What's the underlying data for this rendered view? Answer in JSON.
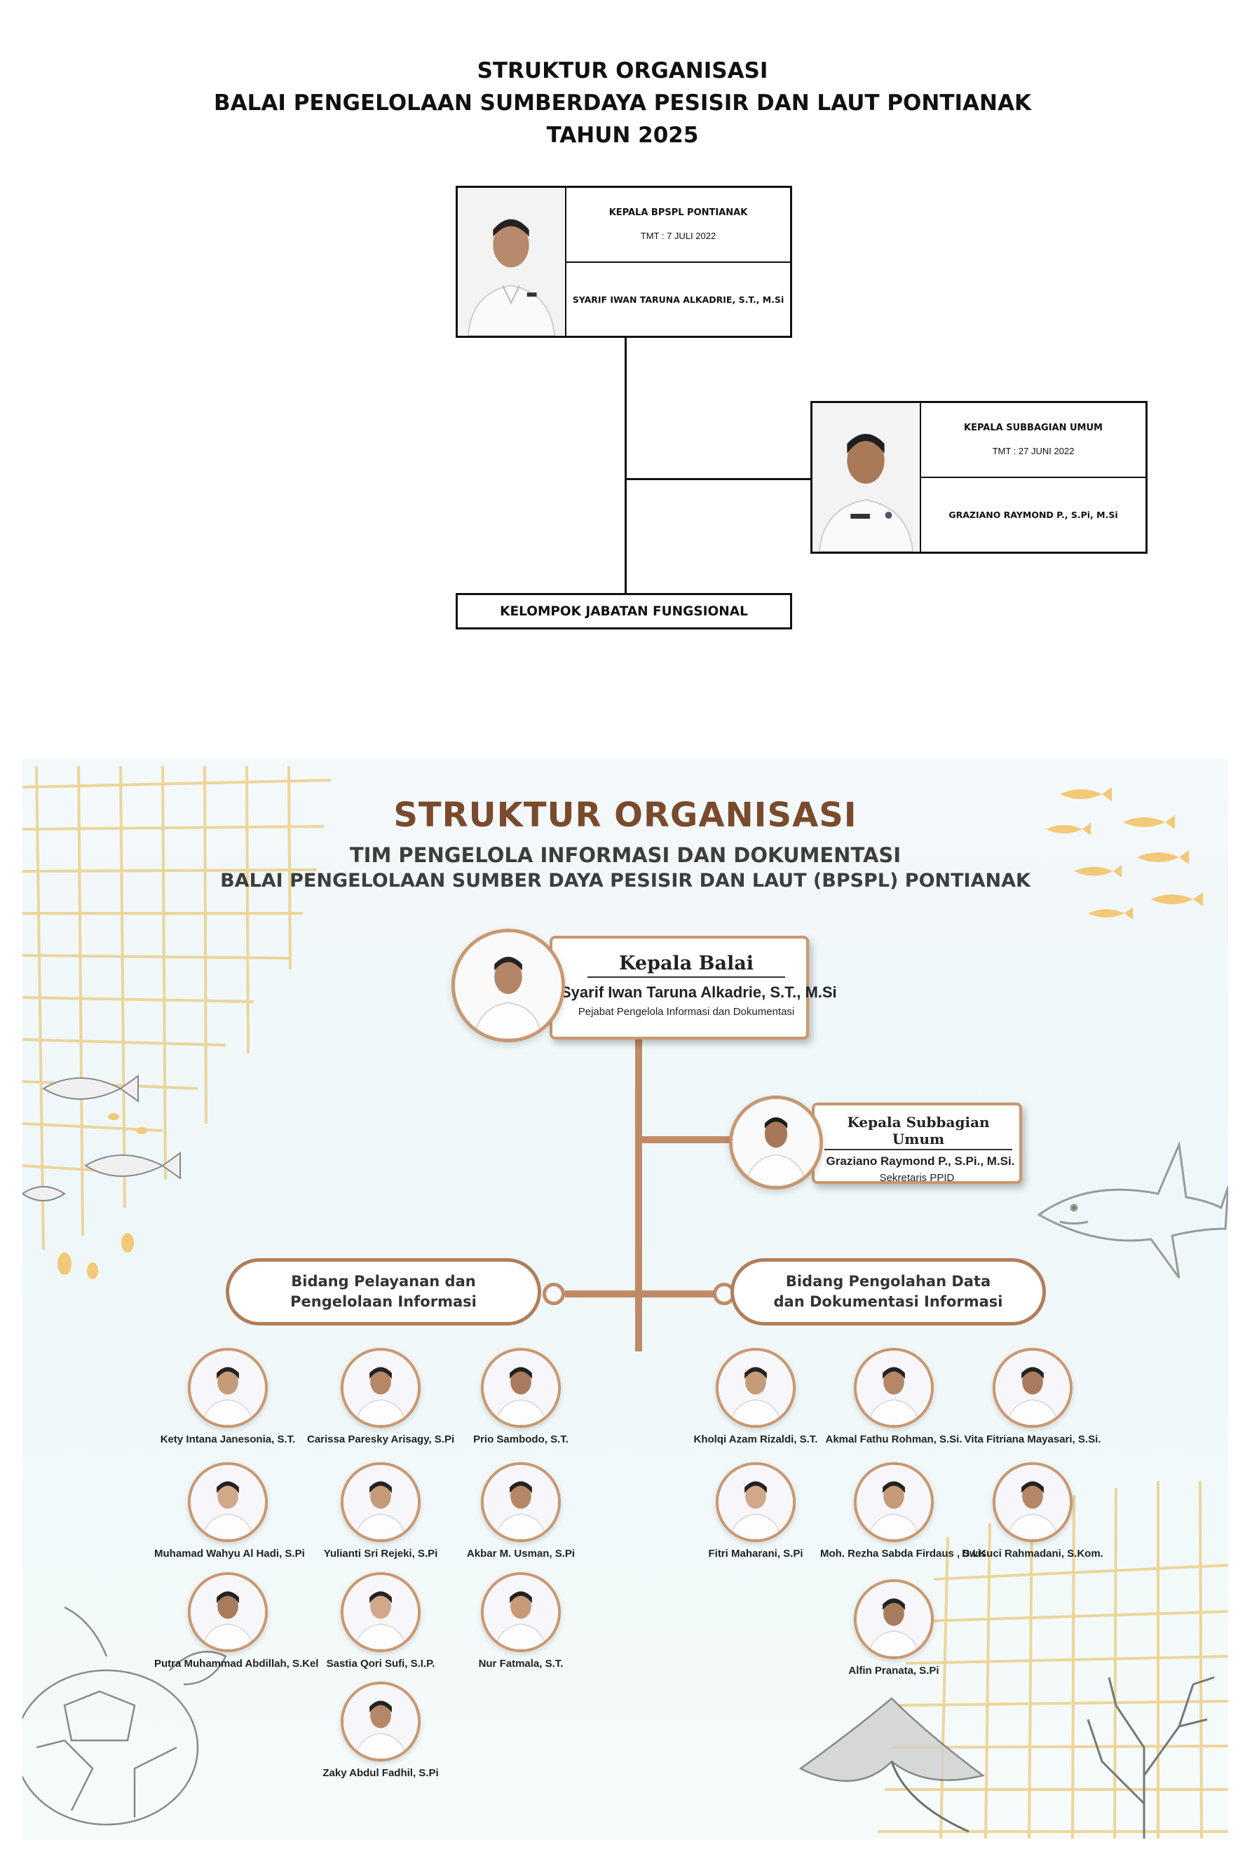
{
  "chart1": {
    "title_lines": [
      "STRUKTUR ORGANISASI",
      "BALAI PENGELOLAAN SUMBERDAYA PESISIR DAN LAUT PONTIANAK",
      "TAHUN 2025"
    ],
    "head": {
      "position": "KEPALA BPSPL PONTIANAK",
      "tmt": "TMT : 7 JULI 2022",
      "name": "SYARIF IWAN TARUNA ALKADRIE, S.T., M.Si"
    },
    "sub": {
      "position": "KEPALA SUBBAGIAN UMUM",
      "tmt": "TMT : 27 JUNI 2022",
      "name": "GRAZIANO RAYMOND P., S.Pi, M.Si"
    },
    "fungsional": "KELOMPOK JABATAN FUNGSIONAL"
  },
  "poster": {
    "title": "STRUKTUR ORGANISASI",
    "subtitle1": "TIM PENGELOLA INFORMASI DAN DOKUMENTASI",
    "subtitle2": "BALAI PENGELOLAAN SUMBER  DAYA PESISIR DAN LAUT (BPSPL) PONTIANAK",
    "head": {
      "position": "Kepala Balai",
      "name": "Syarif Iwan Taruna Alkadrie, S.T., M.Si",
      "role": "Pejabat Pengelola Informasi dan Dokumentasi"
    },
    "sub": {
      "position": "Kepala Subbagian Umum",
      "name": "Graziano Raymond P., S.Pi., M.Si.",
      "role": "Sekretaris PPID"
    },
    "bidang_left": [
      "Bidang Pelayanan dan",
      "Pengelolaan Informasi"
    ],
    "bidang_right": [
      "Bidang Pengolahan Data",
      "dan Dokumentasi Informasi"
    ],
    "members_left": [
      "Kety Intana Janesonia, S.T.",
      "Carissa Paresky Arisagy, S.Pi",
      "Prio Sambodo, S.T.",
      "Muhamad Wahyu Al Hadi, S.Pi",
      "Yulianti Sri Rejeki, S.Pi",
      "Akbar M. Usman, S.Pi",
      "Putra Muhammad Abdillah, S.Kel",
      "Sastia Qori Sufi, S.I.P.",
      "Nur Fatmala, S.T.",
      "Zaky Abdul Fadhil, S.Pi"
    ],
    "members_right": [
      "Kholqi Azam Rizaldi, S.T.",
      "Akmal Fathu Rohman, S.Si.",
      "Vita Fitriana Mayasari, S.Si.",
      "Fitri Maharani, S.Pi",
      "Moh. Rezha Sabda Firdaus , S.I.K",
      "Dwisuci Rahmadani, S.Kom.",
      "Alfin Pranata, S.Pi"
    ]
  },
  "colors": {
    "title_brown": "#7a4a2c",
    "connector": "#c08a66",
    "ring": "#c9976f",
    "grid_gold": "#eccf8a",
    "fish": "#f2c978"
  },
  "icons": {
    "person": "person-photo",
    "fish": "fish-icon",
    "shark": "shark-icon",
    "turtle": "turtle-icon",
    "stingray": "stingray-icon",
    "coral": "coral-icon"
  }
}
